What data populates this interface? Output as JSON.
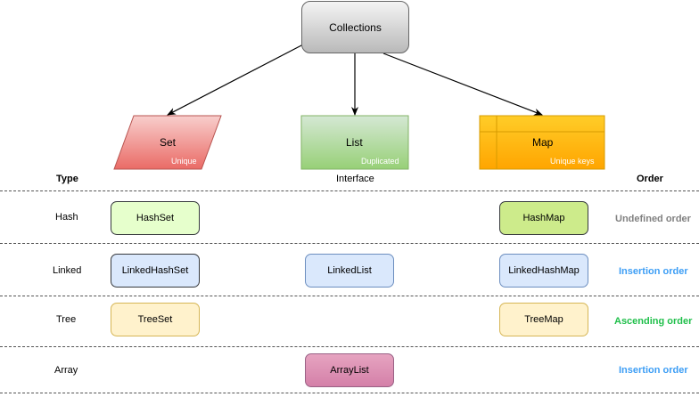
{
  "root": {
    "label": "Collections"
  },
  "interfaces": {
    "set": {
      "label": "Set",
      "sub": "Unique"
    },
    "list": {
      "label": "List",
      "sub": "Duplicated"
    },
    "map": {
      "label": "Map",
      "sub": "Unique keys"
    }
  },
  "header": {
    "type": "Type",
    "interface": "Interface",
    "order": "Order"
  },
  "rows": [
    {
      "type": "Hash",
      "set": "HashSet",
      "list": "",
      "map": "HashMap",
      "order": "Undefined order"
    },
    {
      "type": "Linked",
      "set": "LinkedHashSet",
      "list": "LinkedList",
      "map": "LinkedHashMap",
      "order": "Insertion order"
    },
    {
      "type": "Tree",
      "set": "TreeSet",
      "list": "",
      "map": "TreeMap",
      "order": "Ascending order"
    },
    {
      "type": "Array",
      "set": "",
      "list": "ArrayList",
      "map": "",
      "order": "Insertion order"
    }
  ],
  "colors": {
    "hashset": "#e6ffcc",
    "hashmap": "#cdeb8b",
    "linked": "#dae8fc",
    "tree": "#fff2cc",
    "arraylist": "#e6a4c0",
    "undefined_order": "#808080",
    "insertion_order": "#3d9ef5",
    "ascending_order": "#1fbf4a"
  }
}
